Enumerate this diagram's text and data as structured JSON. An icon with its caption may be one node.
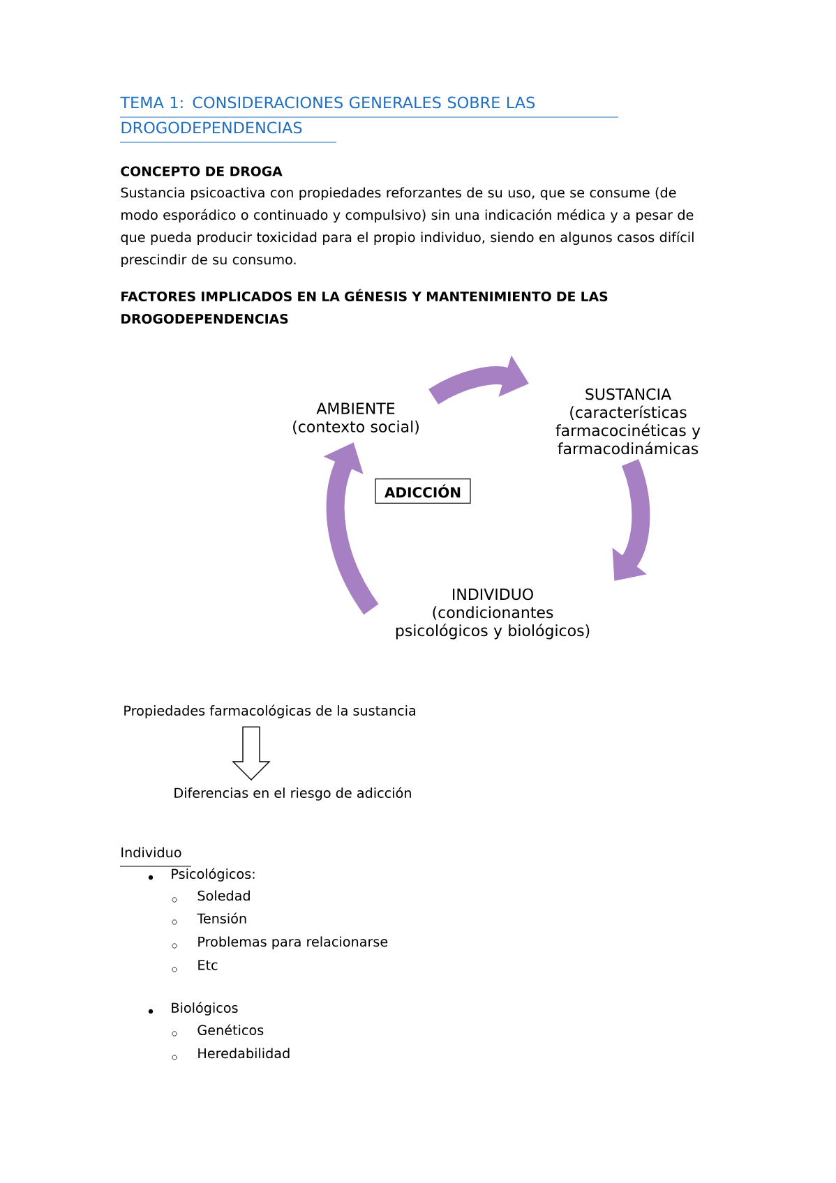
{
  "diagram": {
    "title": "TEMA 1: CONSIDERACIONES GENERALES SOBRE LAS DROGODEPENDENCIAS",
    "nodes": [
      {
        "text": [
          "AMBIENTE",
          "(contexto social)"
        ]
      },
      {
        "text": [
          "SUSTANCIA",
          "(características farmacocinéticas y farmacodinámicas"
        ]
      },
      {
        "text": [
          "INDIVIDUO",
          "(condicionantes psicológicos y biológicos)"
        ]
      },
      {
        "text": [
          "ADICCIÓN"
        ]
      },
      {
        "text": [
          "Propiedades farmacológicas de la sustancia"
        ]
      },
      {
        "text": [
          "Diferencias en el riesgo de adicción"
        ]
      }
    ],
    "edges": [
      {
        "from": 0,
        "to": 1,
        "arrow": "to"
      },
      {
        "from": 1,
        "to": 2,
        "arrow": "to"
      },
      {
        "from": 2,
        "to": 0,
        "arrow": "to"
      },
      {
        "from": 4,
        "to": 5,
        "arrow": "to",
        "color": "#000000"
      }
    ],
    "labels": [
      "CONCEPTO DE DROGA",
      "Sustancia psicoactiva con propiedades reforzantes de su uso, que se consume (de modo esporádico o continuado y compulsivo) sin una indicación médica y a pesar de que pueda producir toxicidad para el propio individuo, siendo en algunos casos difícil prescindir de su consumo.",
      "FACTORES IMPLICADOS EN LA GÉNESIS Y MANTENIMIENTO DE LAS DROGODEPENDENCIAS",
      "Individuo",
      "Psicológicos:",
      "Soledad",
      "Tensión",
      "Problemas para relacionarse",
      "Etc",
      "Biológicos",
      "Genéticos",
      "Heredabilidad"
    ]
  }
}
